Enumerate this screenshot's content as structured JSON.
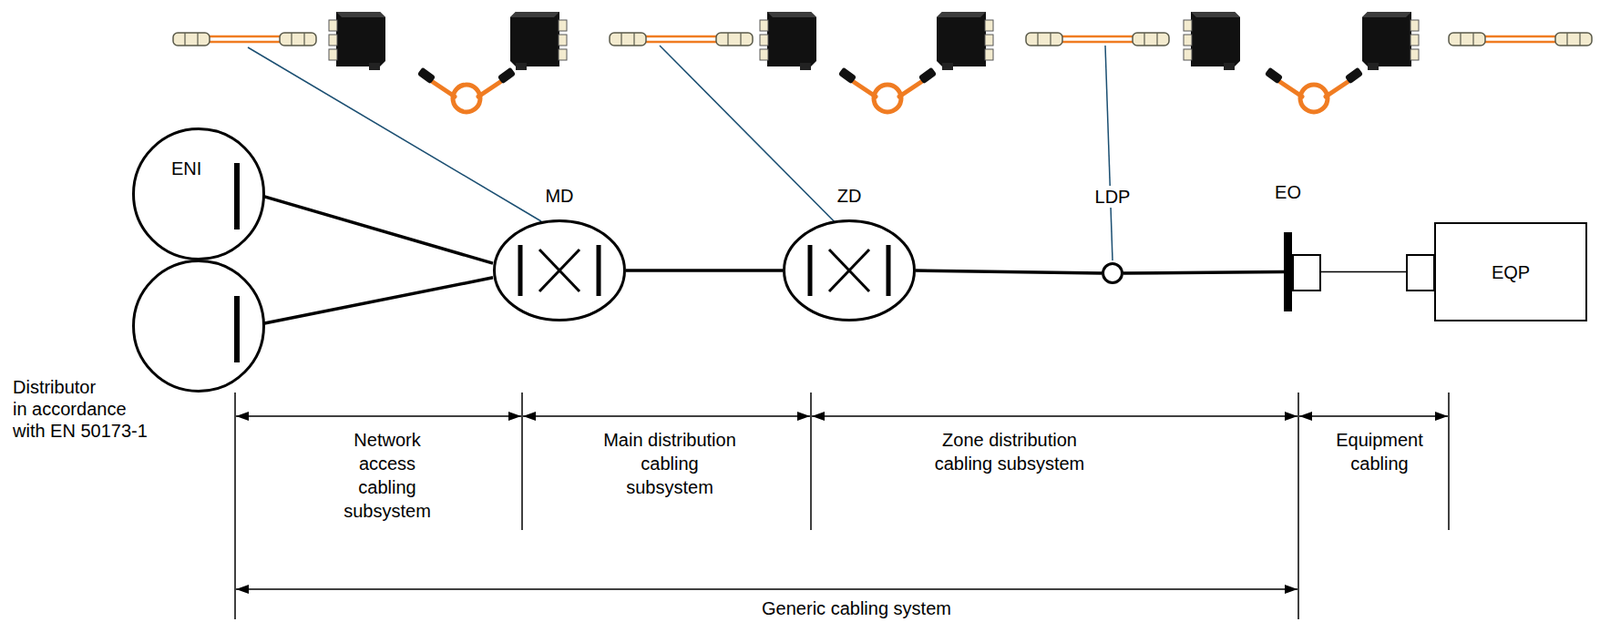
{
  "diagram": {
    "nodes": [
      {
        "text": [
          "ENI"
        ]
      },
      {
        "text": [
          "Distributor in accordance with EN 50173-1"
        ]
      },
      {
        "text": [
          "MD"
        ]
      },
      {
        "text": [
          "ZD"
        ]
      },
      {
        "text": [
          "LDP"
        ]
      },
      {
        "text": [
          "EO"
        ]
      },
      {
        "text": [
          "EQP"
        ]
      }
    ],
    "edges": [
      {
        "from": 0,
        "to": 2,
        "arrow": "none"
      },
      {
        "from": 1,
        "to": 2,
        "arrow": "none"
      },
      {
        "from": 2,
        "to": 3,
        "arrow": "none"
      },
      {
        "from": 3,
        "to": 4,
        "arrow": "none"
      },
      {
        "from": 4,
        "to": 5,
        "arrow": "none"
      },
      {
        "from": 5,
        "to": 6,
        "arrow": "none"
      }
    ],
    "labels": [
      "Network access cabling subsystem",
      "Main distribution cabling subsystem",
      "Zone distribution cabling subsystem",
      "Equipment cabling",
      "Generic cabling system"
    ]
  }
}
